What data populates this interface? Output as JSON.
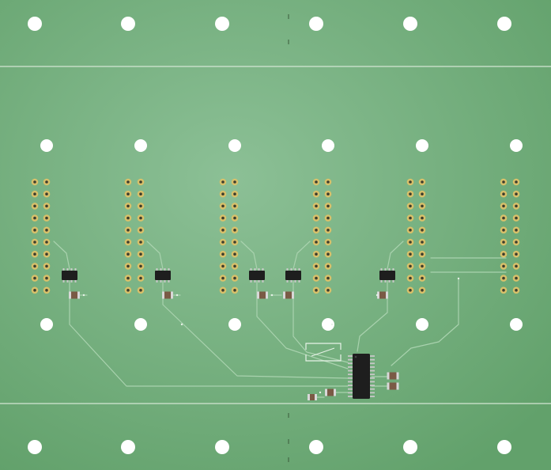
{
  "board": {
    "colors": {
      "board_center": "#8cc096",
      "board_edge": "#62a16b",
      "trace": "#a9d2ae",
      "hole": "#ffffff",
      "pad_ring": "#d8c06a",
      "pad_center": "#3d3d2e",
      "ic_body": "#1e1e1e",
      "ic_pin": "#c8c8c8",
      "resistor_body": "#7a5a45",
      "resistor_cap": "#d8d8d8",
      "divider": "#d4e6d4",
      "silkscreen": "#e8f2e8"
    },
    "panels": [
      "top-rail",
      "main-board",
      "bottom-rail"
    ],
    "connector_count": 6,
    "pins_per_row": 10,
    "small_ic_count": 5,
    "main_ic_pins_per_side": 12
  }
}
